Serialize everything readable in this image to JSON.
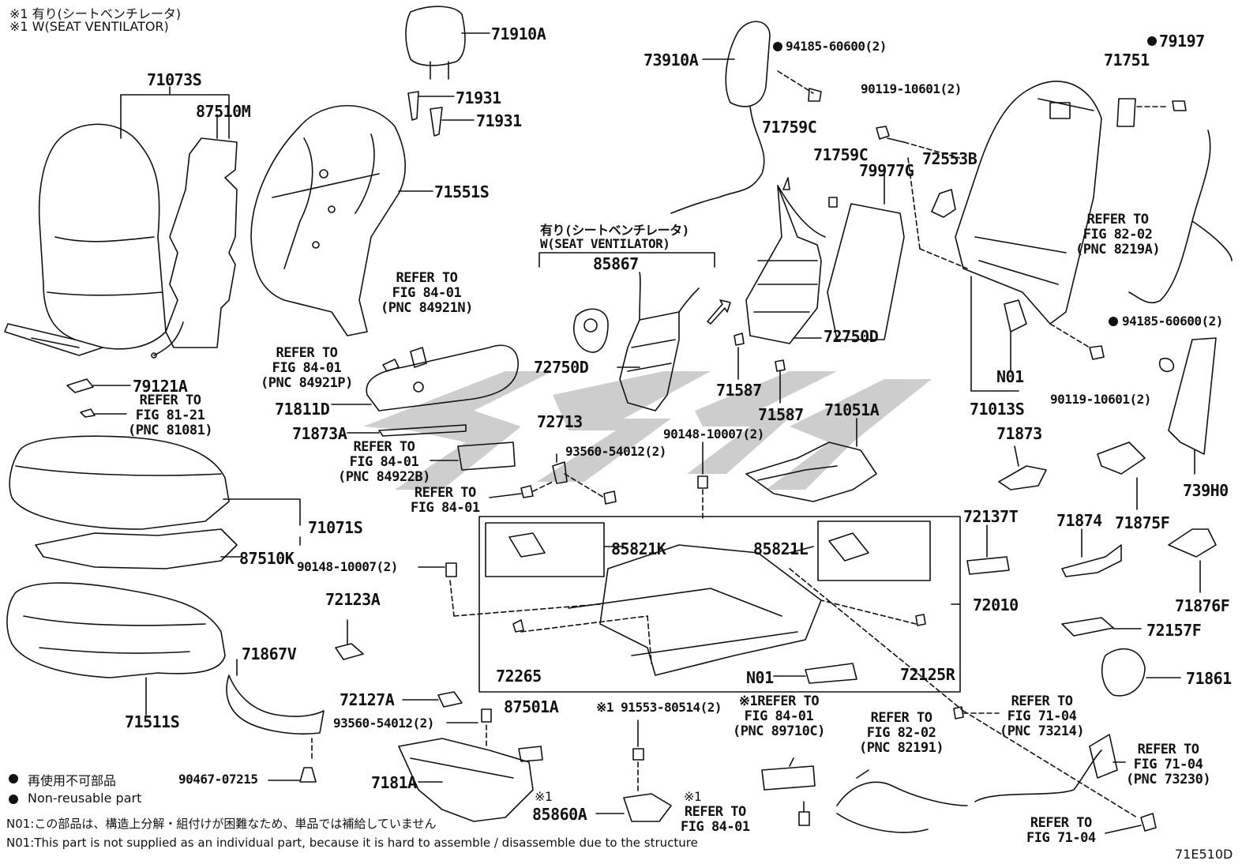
{
  "notes": {
    "variant_jp": "※1 有り(シートベンチレータ)",
    "variant_en": "※1 W(SEAT VENTILATOR)",
    "legend_jp": "再使用不可部品",
    "legend_en": "Non-reusable part",
    "n01_jp": "N01:この部品は、構造上分解・組付けが困難なため、単品では補給していません",
    "n01_en": "N01:This part is not supplied as an individual part, because it is hard to assemble / disassemble due to the structure",
    "figure_code": "71E510D"
  },
  "ventilator_group": {
    "jp": "有り(シートベンチレータ)",
    "en": "W(SEAT VENTILATOR)"
  },
  "parts": {
    "p71073S": "71073S",
    "p87510M": "87510M",
    "p71910A": "71910A",
    "p71931a": "71931",
    "p71931b": "71931",
    "p71551S": "71551S",
    "p73910A": "73910A",
    "p9418560600a": "94185-60600(2)",
    "p71759Ca": "71759C",
    "p71759Cb": "71759C",
    "p79977G": "79977G",
    "p9011910601a": "90119-10601(2)",
    "p72553B": "72553B",
    "p71751": "71751",
    "p79197": "79197",
    "p85867": "85867",
    "p72750Da": "72750D",
    "p72750Db": "72750D",
    "p71587a": "71587",
    "p71587b": "71587",
    "p79121A": "79121A",
    "p71811D": "71811D",
    "p71873A": "71873A",
    "p72713": "72713",
    "p9356054012a": "93560-54012(2)",
    "p9014810007a": "90148-10007(2)",
    "p71051A": "71051A",
    "pN01a": "N01",
    "p71013S": "71013S",
    "p9011910601b": "90119-10601(2)",
    "p9418560600b": "94185-60600(2)",
    "p71873": "71873",
    "p739H0": "739H0",
    "p71875F": "71875F",
    "p71874": "71874",
    "p71876F": "71876F",
    "p72157F": "72157F",
    "p71861": "71861",
    "p71071S": "71071S",
    "p87510K": "87510K",
    "p9014810007b": "90148-10007(2)",
    "p85821K": "85821K",
    "p85821L": "85821L",
    "p72137T": "72137T",
    "p72010": "72010",
    "p72123A": "72123A",
    "p72265": "72265",
    "p72125R": "72125R",
    "pN01b": "N01",
    "p71867V": "71867V",
    "p71511S": "71511S",
    "p72127A": "72127A",
    "p87501A": "87501A",
    "p9155380514": "※1 91553-80514(2)",
    "p9356054012b": "93560-54012(2)",
    "p9046707215": "90467-07215",
    "p7181A": "7181A",
    "p85860A": "85860A",
    "star1a": "※1",
    "star1b": "※1"
  },
  "refs": {
    "r84921N": [
      "REFER TO",
      "FIG 84-01",
      "(PNC 84921N)"
    ],
    "r84921P": [
      "REFER TO",
      "FIG 84-01",
      "(PNC 84921P)"
    ],
    "r81081": [
      "REFER TO",
      "FIG 81-21",
      "(PNC 81081)"
    ],
    "r84922B": [
      "REFER TO",
      "FIG 84-01",
      "(PNC 84922B)"
    ],
    "r8401": [
      "REFER TO",
      "FIG 84-01"
    ],
    "r8219A": [
      "REFER TO",
      "FIG 82-02",
      "(PNC 8219A)"
    ],
    "r89710C": [
      "※1REFER TO",
      "FIG 84-01",
      "(PNC 89710C)"
    ],
    "r82191": [
      "REFER TO",
      "FIG 82-02",
      "(PNC 82191)"
    ],
    "r73214": [
      "REFER TO",
      "FIG 71-04",
      "(PNC 73214)"
    ],
    "r73230": [
      "REFER TO",
      "FIG 71-04",
      "(PNC 73230)"
    ],
    "r7104": [
      "REFER TO",
      "FIG 71-04"
    ],
    "r8401b": [
      "REFER TO",
      "FIG 84-01"
    ]
  }
}
